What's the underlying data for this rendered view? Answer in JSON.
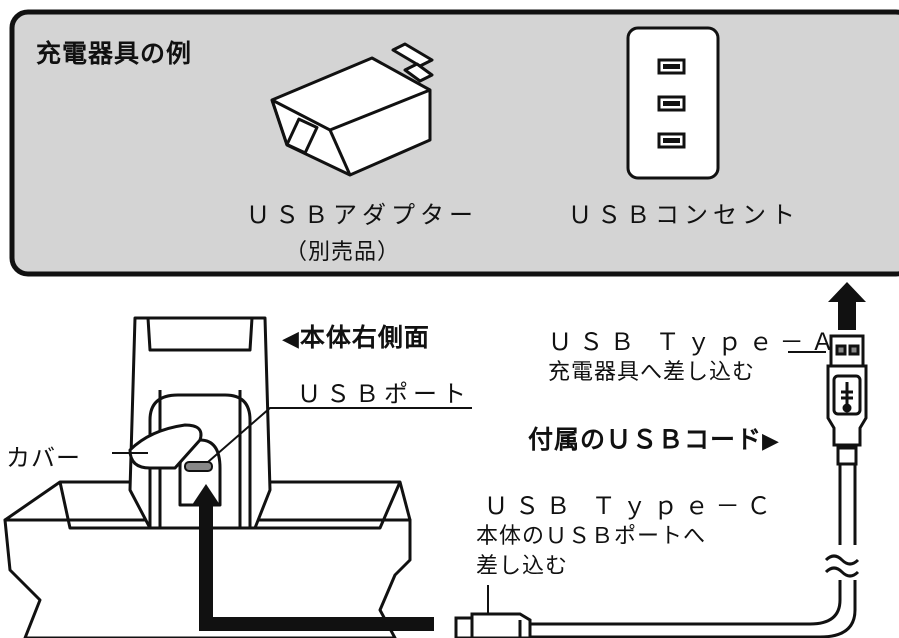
{
  "panel": {
    "title": "充電器具の例",
    "adapter_label": "ＵＳＢアダプター",
    "adapter_sub": "（別売品）",
    "outlet_label": "ＵＳＢコンセント"
  },
  "device": {
    "side_label": "本体右側面",
    "side_arrow": "◀",
    "port_label": "ＵＳＢポート",
    "cover_label": "カバー"
  },
  "cable": {
    "type_a_line1": "ＵＳＢ Ｔｙｐｅ－Ａ",
    "type_a_line2": "充電器具へ差し込む",
    "cord_label": "付属のＵＳＢコード",
    "cord_arrow": "▶",
    "type_c_line1": "ＵＳＢ Ｔｙｐｅ－Ｃ",
    "type_c_line2": "本体のＵＳＢポートへ",
    "type_c_line3": "差し込む"
  },
  "colors": {
    "panel_bg": "#d4d4d4",
    "ink": "#111111",
    "port": "#888888"
  }
}
